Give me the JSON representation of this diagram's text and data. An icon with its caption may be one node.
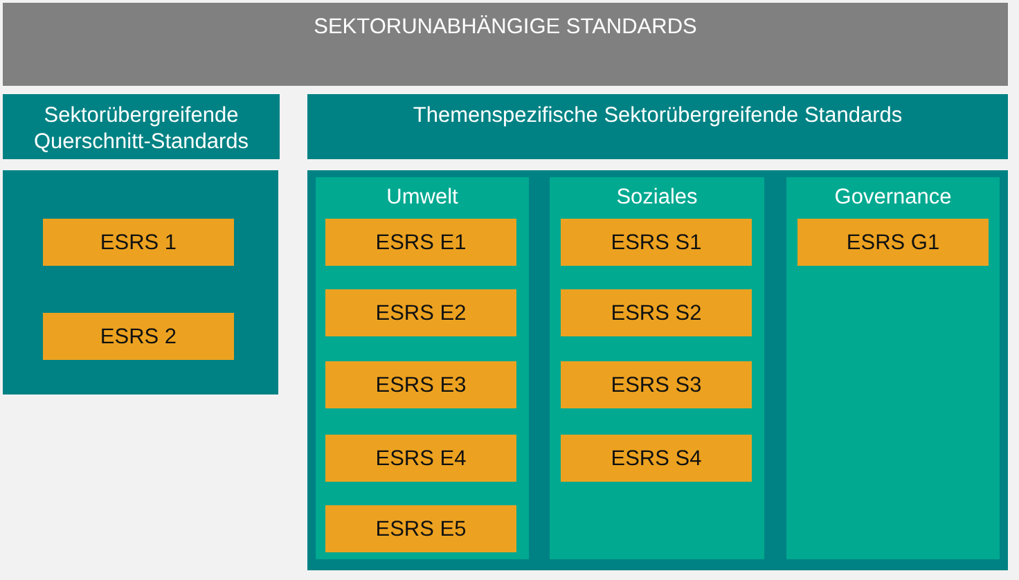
{
  "diagram": {
    "nodes": [
      {
        "text": [
          "SEKTORUNABHÄNGIGE STANDARDS"
        ]
      },
      {
        "text": [
          "Sektorübergreifende Querschnitt-Standards"
        ]
      },
      {
        "text": [],
        "shape": "box"
      },
      {
        "text": [
          "ESRS 1"
        ],
        "in": 2
      },
      {
        "text": [
          "ESRS 2"
        ],
        "in": 2
      },
      {
        "text": [
          "Themenspezifische Sektorübergreifende Standards"
        ]
      },
      {
        "text": [],
        "shape": "box"
      },
      {
        "text": [
          "Umwelt"
        ],
        "in": 6
      },
      {
        "text": [
          "ESRS E1"
        ],
        "in": 7
      },
      {
        "text": [
          "ESRS E2"
        ],
        "in": 7
      },
      {
        "text": [
          "ESRS E3"
        ],
        "in": 7
      },
      {
        "text": [
          "ESRS E4"
        ],
        "in": 7
      },
      {
        "text": [
          "ESRS E5"
        ],
        "in": 7
      },
      {
        "text": [
          "Soziales"
        ],
        "in": 6
      },
      {
        "text": [
          "ESRS S1"
        ],
        "in": 13
      },
      {
        "text": [
          "ESRS S2"
        ],
        "in": 13
      },
      {
        "text": [
          "ESRS S3"
        ],
        "in": 13
      },
      {
        "text": [
          "ESRS S4"
        ],
        "in": 13
      },
      {
        "text": [
          "Governance"
        ],
        "in": 6
      },
      {
        "text": [
          "ESRS G1"
        ],
        "in": 18
      }
    ]
  }
}
